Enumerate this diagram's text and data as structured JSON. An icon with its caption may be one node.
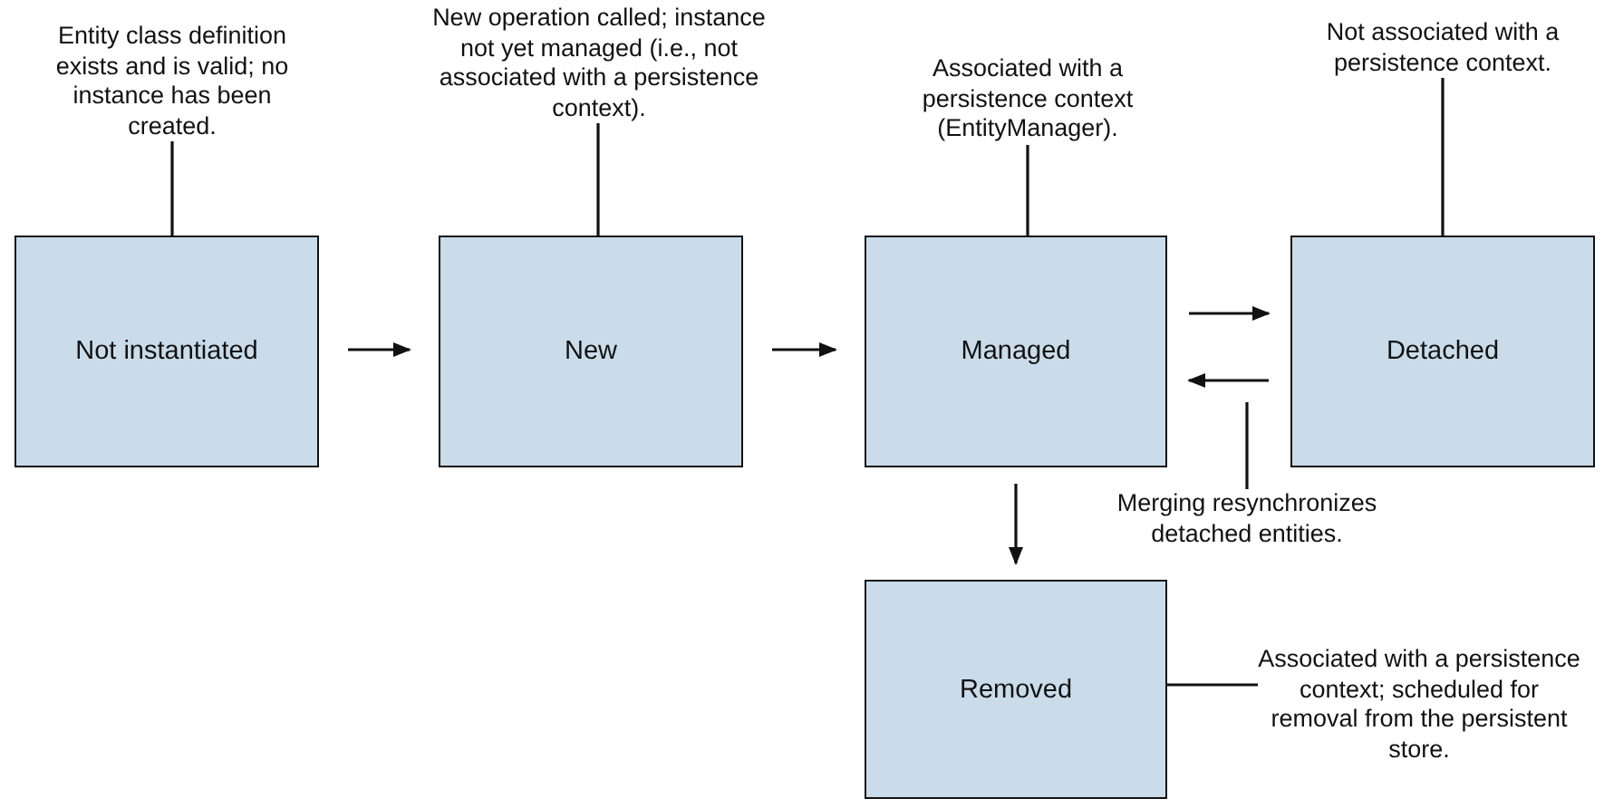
{
  "diagram": {
    "nodes": [
      {
        "text": [
          "Not instantiated"
        ]
      },
      {
        "text": [
          "New"
        ]
      },
      {
        "text": [
          "Managed"
        ]
      },
      {
        "text": [
          "Detached"
        ]
      },
      {
        "text": [
          "Removed"
        ]
      },
      {
        "text": [
          "Entity class definition exists and is valid; no instance has been created."
        ]
      },
      {
        "text": [
          "New operation called; instance not yet managed (i.e., not associated with a persistence context)."
        ]
      },
      {
        "text": [
          "Associated with a persistence context (EntityManager)."
        ]
      },
      {
        "text": [
          "Not associated with a persistence context."
        ]
      },
      {
        "text": [
          "Merging resynchronizes detached entities."
        ]
      },
      {
        "text": [
          "Associated with a persistence context; scheduled for removal from the persistent store."
        ]
      }
    ],
    "edges": [
      {
        "from": 0,
        "to": 1,
        "arrow": "to"
      },
      {
        "from": 1,
        "to": 2,
        "arrow": "to"
      },
      {
        "from": 2,
        "to": 3,
        "arrow": "to"
      },
      {
        "from": 3,
        "to": 2,
        "arrow": "to"
      },
      {
        "from": 2,
        "to": 4,
        "arrow": "to"
      },
      {
        "from": 5,
        "to": 0,
        "arrow": "none"
      },
      {
        "from": 6,
        "to": 1,
        "arrow": "none"
      },
      {
        "from": 7,
        "to": 2,
        "arrow": "none"
      },
      {
        "from": 8,
        "to": 3,
        "arrow": "none"
      },
      {
        "from": 9,
        "to": null,
        "arrow": "none"
      },
      {
        "from": 10,
        "to": 4,
        "arrow": "none"
      }
    ]
  }
}
